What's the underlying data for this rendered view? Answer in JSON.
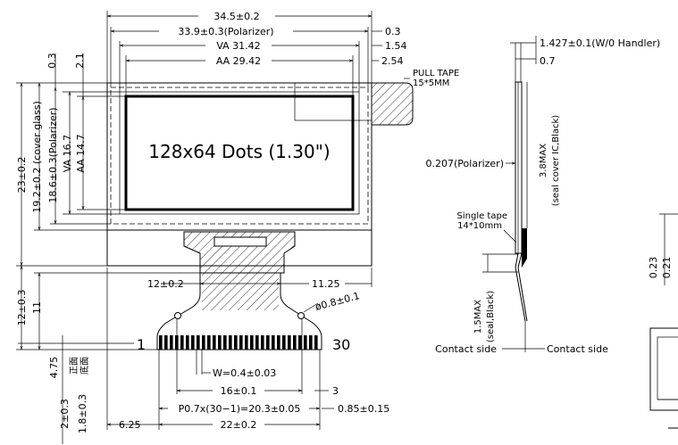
{
  "title": "128x64 Dots (1.30\")",
  "top_dims": {
    "outline": "34.5±0.2",
    "polarizer": "33.9±0.3(Polarizer)",
    "va": "VA  31.42",
    "aa": "AA  29.42",
    "r1": "0.3",
    "r2": "1.54",
    "r3": "2.54"
  },
  "left_dims": {
    "small1": "0.3",
    "small2": "2.1",
    "cover": "23±0.2",
    "cover2": "19.2±0.2  (cover glass)",
    "pol": "18.6±0.3(Polarizer)",
    "va": "VA  16.7",
    "aa": "AA  14.7",
    "d12": "12±0.3",
    "d11": "11",
    "d475": "4.75",
    "d2": "2±0.3",
    "d18": "1.8±0.3",
    "cn1": "正面",
    "cn2": "底面"
  },
  "bottom_dims": {
    "fpc_w": "12±0.2",
    "fpc_r": "11.25",
    "hole": "ø0.8±0.1",
    "pin1": "1",
    "pin30": "30",
    "w": "W=0.4±0.03",
    "d16": "16±0.1",
    "d3": "3",
    "pitch": "P0.7x(30−1)=20.3±0.05",
    "d085": "0.85±0.15",
    "d625": "6.25",
    "d22": "22±0.2"
  },
  "pull_tape": {
    "line1": "PULL TAPE",
    "line2": "15*5MM"
  },
  "side_view": {
    "thick": "1.427±0.1(W/0 Handler)",
    "d07": "0.7",
    "pol": "0.207(Polarizer)",
    "seal1": "3.8MAX",
    "seal2": "(seal cover IC,Black)",
    "tape1": "Single tape",
    "tape2": "14*10mm",
    "seal3": "1.5MAX",
    "seal4": "(seal,Black)",
    "contact_l": "Contact side",
    "contact_r": "Contact side"
  },
  "right_view": {
    "d023": "0.23",
    "d021": "0.21"
  }
}
